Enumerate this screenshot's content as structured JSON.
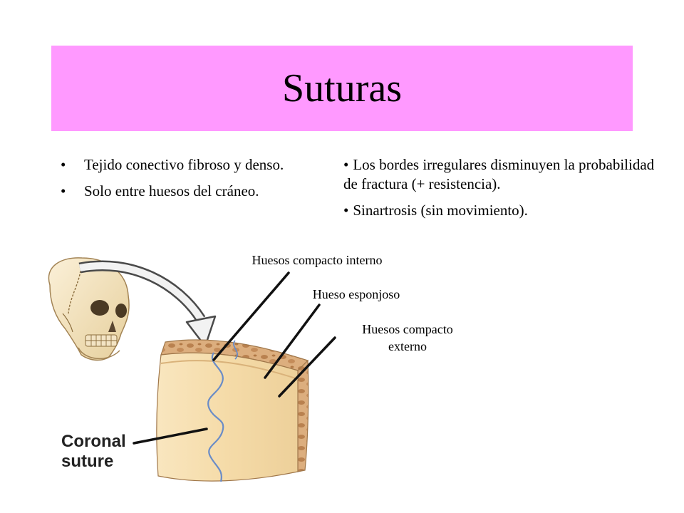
{
  "title": "Suturas",
  "colors": {
    "title_bg": "#ff99ff",
    "bone_face": "#f5dba8",
    "spongy": "#dca878",
    "suture_line": "#6a8cc7",
    "leader_line": "#111111"
  },
  "left_column": {
    "bullet": "•",
    "items": [
      "Tejido conectivo fibroso y denso.",
      "Solo entre huesos del cráneo."
    ]
  },
  "right_column": {
    "bullet": "•",
    "items": [
      "Los bordes irregulares disminuyen la probabilidad de fractura (+ resistencia).",
      "Sinartrosis (sin movimiento)."
    ]
  },
  "diagram": {
    "labels": {
      "internal_compact": "Huesos compacto interno",
      "spongy": "Hueso esponjoso",
      "external_compact": "Huesos compacto externo",
      "coronal_suture": "Coronal suture"
    },
    "icons": [
      "skull-icon",
      "curved-arrow-icon"
    ]
  }
}
